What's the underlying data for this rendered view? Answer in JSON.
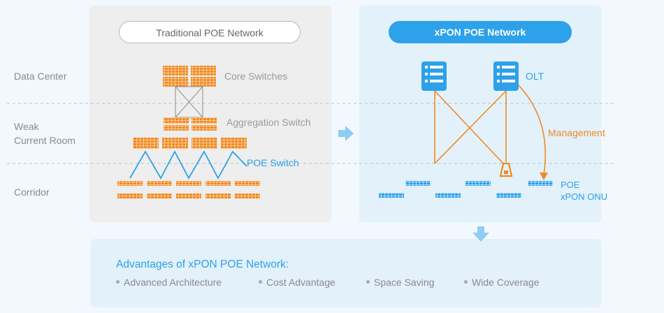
{
  "zones": {
    "data_center": "Data Center",
    "weak_current_room_line1": "Weak",
    "weak_current_room_line2": "Current Room",
    "corridor": "Corridor"
  },
  "traditional": {
    "title": "Traditional POE Network",
    "core_switches": "Core Switches",
    "aggregation_switch": "Aggregation Switch",
    "poe_switch": "POE Switch"
  },
  "xpon": {
    "title": "xPON POE Network",
    "olt": "OLT",
    "management": "Management",
    "onu_line1": "POE",
    "onu_line2": "xPON ONU"
  },
  "advantages": {
    "title": "Advantages of xPON POE Network:",
    "items": [
      "Advanced Architecture",
      "Cost Advantage",
      "Space Saving",
      "Wide Coverage"
    ]
  },
  "colors": {
    "orange": "#f08a24",
    "blue": "#2da1ea",
    "gray_line": "#8c8c8c",
    "dash": "#b5c2cc"
  },
  "icons": {
    "switch": "switch-icon",
    "server": "server-icon",
    "splitter": "splitter-icon",
    "arrow": "arrow-icon"
  }
}
